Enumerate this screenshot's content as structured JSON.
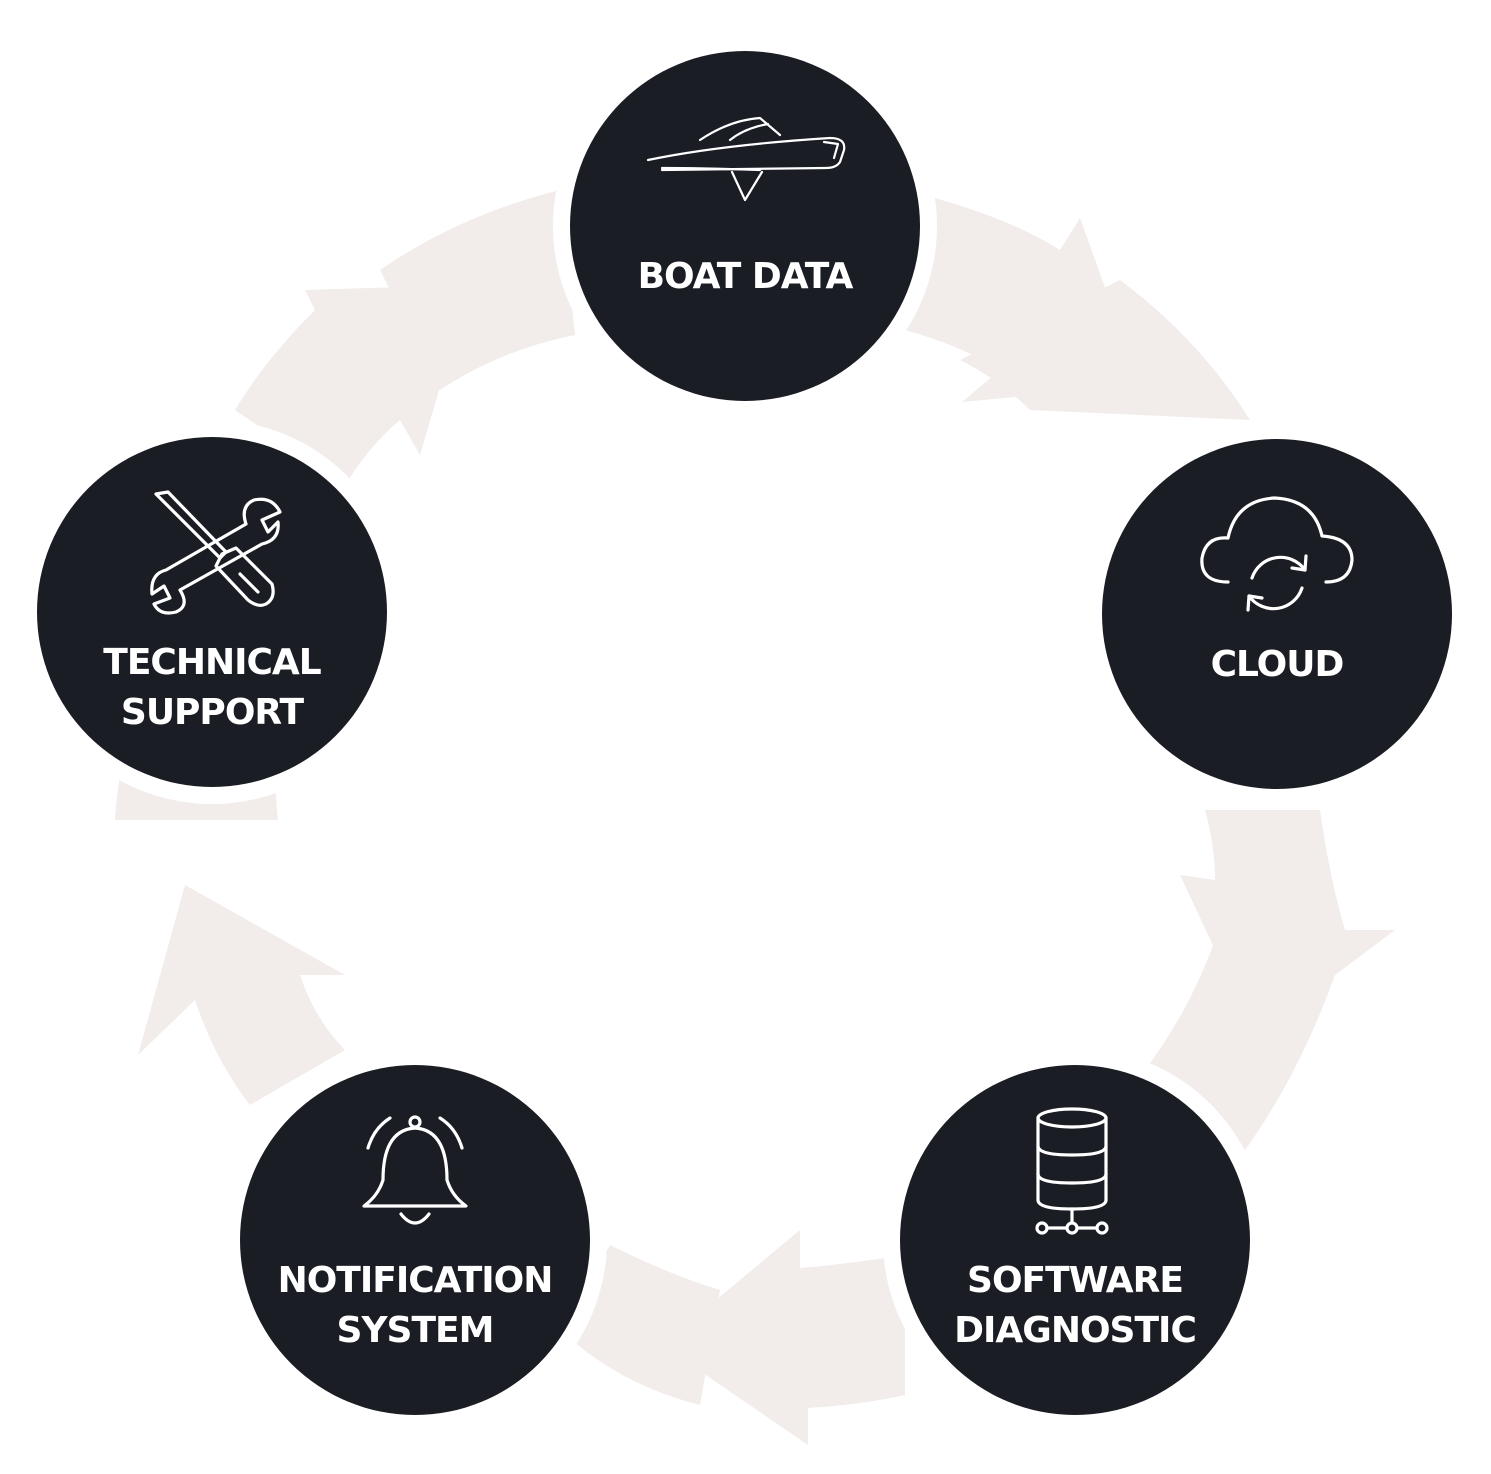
{
  "diagram": {
    "colors": {
      "node_fill": "#1b1d25",
      "node_ring": "#ffffff",
      "arrow_fill": "#f2ecea",
      "label": "#ffffff"
    },
    "nodes": [
      {
        "id": "boat-data",
        "icon": "boat-icon",
        "lines": [
          "BOAT DATA"
        ]
      },
      {
        "id": "cloud",
        "icon": "cloud-sync-icon",
        "lines": [
          "CLOUD"
        ]
      },
      {
        "id": "software-diagnostic",
        "icon": "database-icon",
        "lines": [
          "SOFTWARE",
          "DIAGNOSTIC"
        ]
      },
      {
        "id": "notification-system",
        "icon": "bell-icon",
        "lines": [
          "NOTIFICATION",
          "SYSTEM"
        ]
      },
      {
        "id": "technical-support",
        "icon": "tools-icon",
        "lines": [
          "TECHNICAL",
          "SUPPORT"
        ]
      }
    ],
    "flow_direction": "clockwise"
  }
}
